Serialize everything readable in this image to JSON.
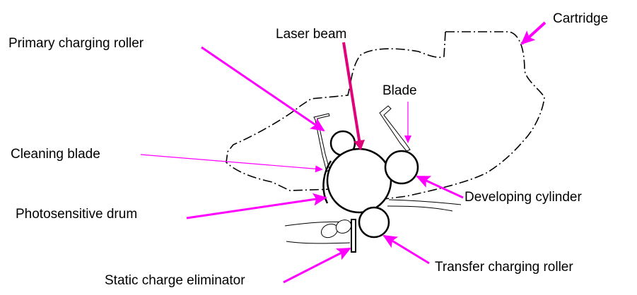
{
  "labels": {
    "cartridge": "Cartridge",
    "primary_charging_roller": "Primary charging roller",
    "laser_beam": "Laser beam",
    "blade": "Blade",
    "cleaning_blade": "Cleaning blade",
    "photosensitive_drum": "Photosensitive drum",
    "developing_cylinder": "Developing cylinder",
    "transfer_charging_roller": "Transfer charging roller",
    "static_charge_eliminator": "Static charge eliminator"
  },
  "colors": {
    "arrow": "#ff00ff",
    "laser": "#e0007a",
    "outline": "#000000"
  }
}
